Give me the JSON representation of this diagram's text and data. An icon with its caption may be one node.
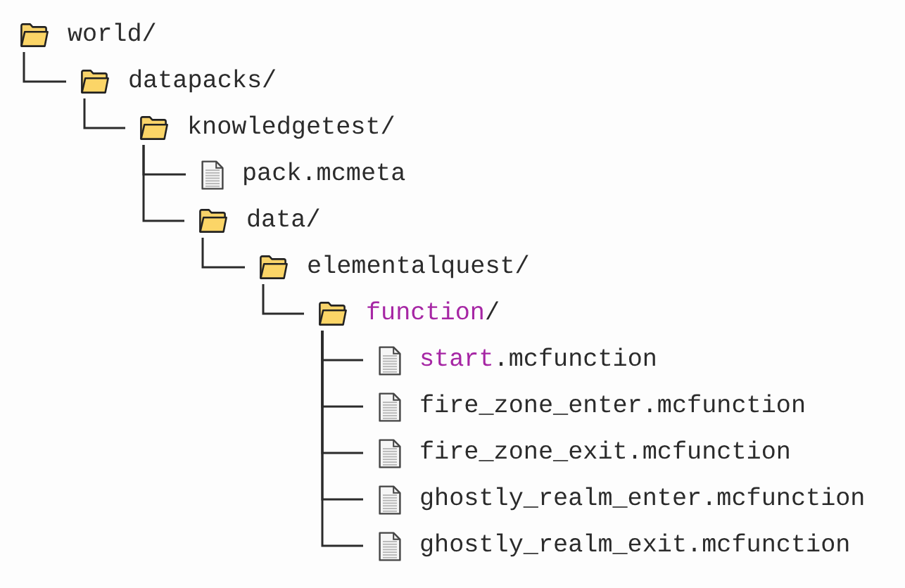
{
  "diagram": {
    "nodes": [
      {
        "text": [
          "world/"
        ]
      },
      {
        "text": [
          "datapacks/"
        ]
      },
      {
        "text": [
          "knowledgetest/"
        ]
      },
      {
        "text": [
          "pack.mcmeta"
        ]
      },
      {
        "text": [
          "data/"
        ]
      },
      {
        "text": [
          "elementalquest/"
        ]
      },
      {
        "text": [
          "function/"
        ]
      },
      {
        "text": [
          "start.mcfunction"
        ]
      },
      {
        "text": [
          "fire_zone_enter.mcfunction"
        ]
      },
      {
        "text": [
          "fire_zone_exit.mcfunction"
        ]
      },
      {
        "text": [
          "ghostly_realm_enter.mcfunction"
        ]
      },
      {
        "text": [
          "ghostly_realm_exit.mcfunction"
        ]
      }
    ],
    "edges": [
      {
        "from": 0,
        "to": 1,
        "arrow": "none"
      },
      {
        "from": 1,
        "to": 2,
        "arrow": "none"
      },
      {
        "from": 2,
        "to": 3,
        "arrow": "none"
      },
      {
        "from": 2,
        "to": 4,
        "arrow": "none"
      },
      {
        "from": 4,
        "to": 5,
        "arrow": "none"
      },
      {
        "from": 5,
        "to": 6,
        "arrow": "none"
      },
      {
        "from": 6,
        "to": 7,
        "arrow": "none"
      },
      {
        "from": 6,
        "to": 8,
        "arrow": "none"
      },
      {
        "from": 6,
        "to": 9,
        "arrow": "none"
      },
      {
        "from": 6,
        "to": 10,
        "arrow": "none"
      },
      {
        "from": 6,
        "to": 11,
        "arrow": "none"
      }
    ]
  }
}
